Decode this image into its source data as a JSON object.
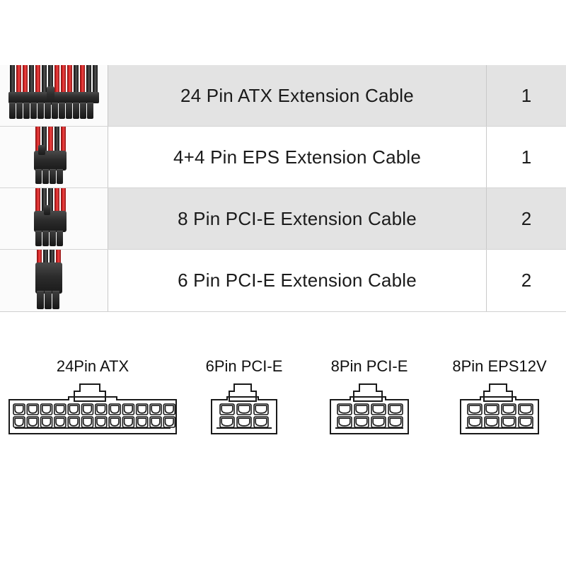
{
  "product_table": {
    "rows": [
      {
        "image_alt": "24-pin-atx-extension-cable-photo",
        "name": "24 Pin ATX Extension Cable",
        "qty": "1",
        "shaded": true
      },
      {
        "image_alt": "4plus4-pin-eps-extension-cable-photo",
        "name": "4+4 Pin EPS Extension Cable",
        "qty": "1",
        "shaded": false
      },
      {
        "image_alt": "8-pin-pcie-extension-cable-photo",
        "name": "8 Pin PCI-E Extension Cable",
        "qty": "2",
        "shaded": true
      },
      {
        "image_alt": "6-pin-pcie-extension-cable-photo",
        "name": "6 Pin PCI-E Extension Cable",
        "qty": "2",
        "shaded": false
      }
    ]
  },
  "connector_legend": {
    "items": [
      {
        "label": "24Pin ATX",
        "columns": 12,
        "rows": 2,
        "pins": 24
      },
      {
        "label": "6Pin PCI-E",
        "columns": 3,
        "rows": 2,
        "pins": 6
      },
      {
        "label": "8Pin PCI-E",
        "columns": 4,
        "rows": 2,
        "pins": 8
      },
      {
        "label": "8Pin EPS12V",
        "columns": 4,
        "rows": 2,
        "pins": 8
      }
    ]
  },
  "colors": {
    "row_shade": "#e3e3e3",
    "row_plain": "#ffffff",
    "grid_line": "#c9c9c9",
    "text": "#1b1b1b",
    "wire_red": "#d62626",
    "wire_black": "#1a1a1a",
    "page_background": "#ffffff"
  }
}
